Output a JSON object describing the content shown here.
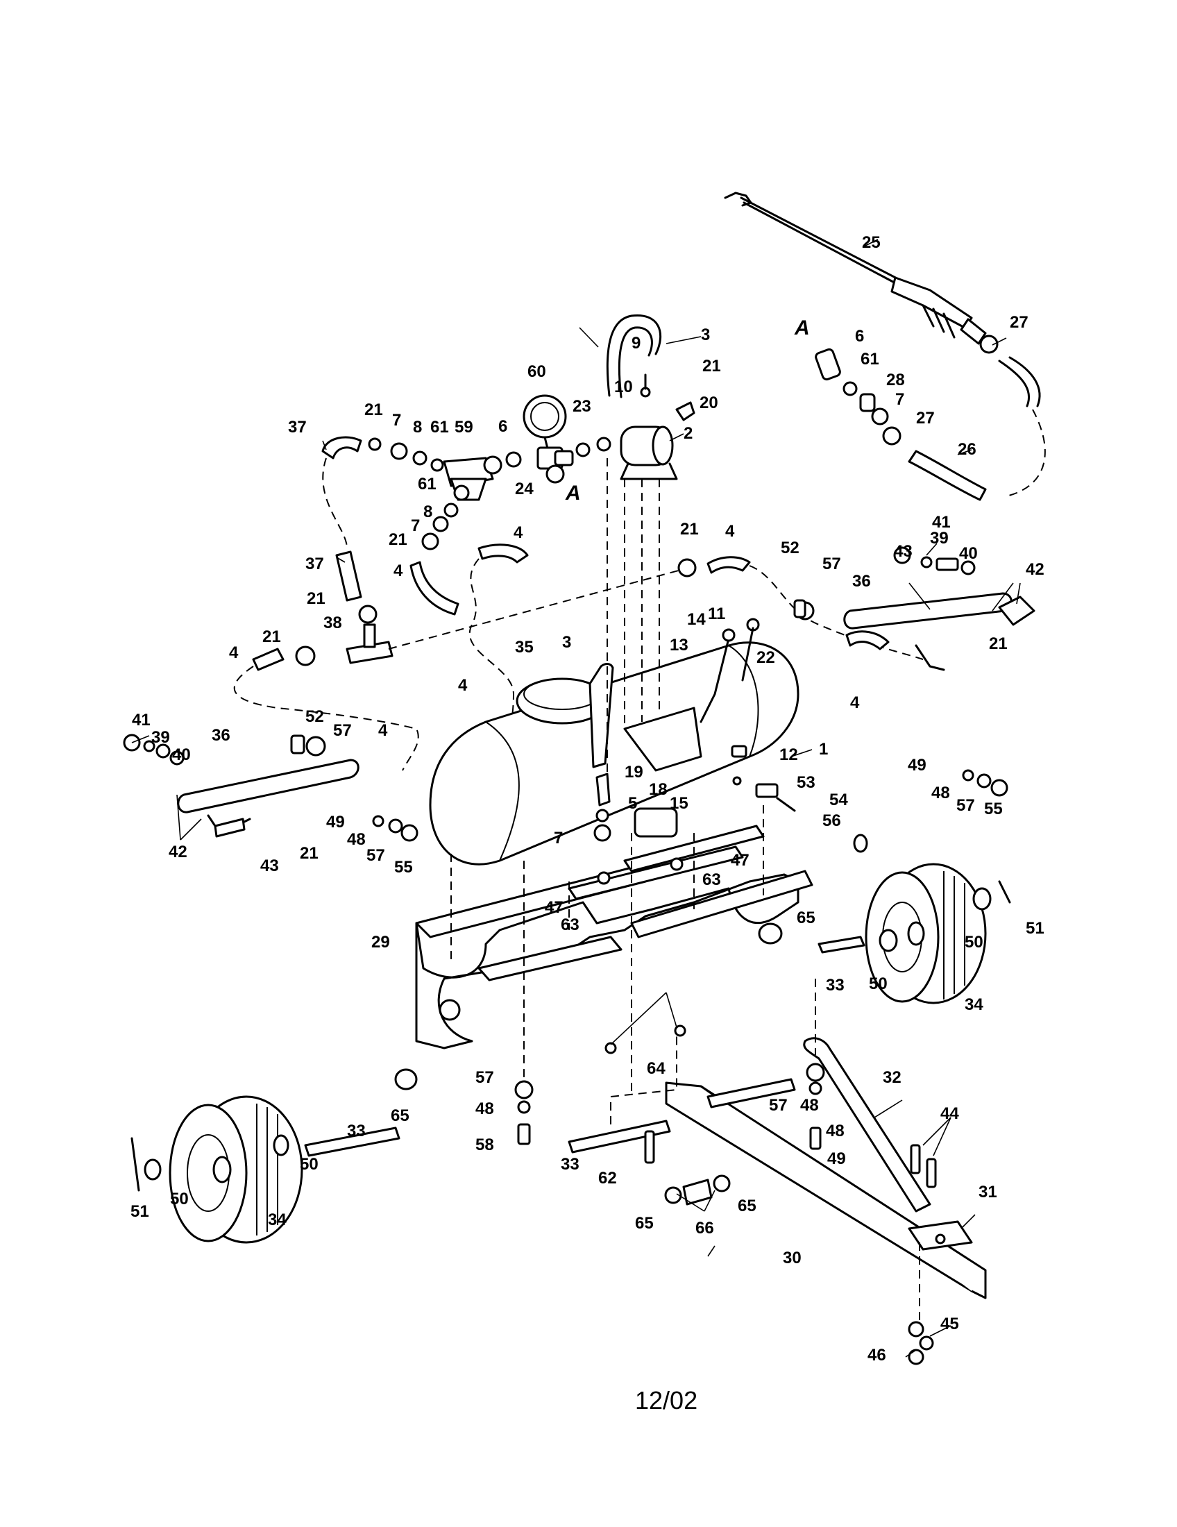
{
  "diagram": {
    "footer_date": "12/02",
    "reference_marks": [
      "A",
      "A"
    ],
    "callouts": {
      "c1": "1",
      "c2": "2",
      "c3a": "3",
      "c3b": "3",
      "c4a": "4",
      "c4b": "4",
      "c4c": "4",
      "c4d": "4",
      "c4e": "4",
      "c4f": "4",
      "c5": "5",
      "c6a": "6",
      "c6b": "6",
      "c7a": "7",
      "c7b": "7",
      "c7c": "7",
      "c7d": "7",
      "c8a": "8",
      "c8b": "8",
      "c9": "9",
      "c10": "10",
      "c11": "11",
      "c12": "12",
      "c13": "13",
      "c14": "14",
      "c15": "15",
      "c18": "18",
      "c19": "19",
      "c20": "20",
      "c21a": "21",
      "c21b": "21",
      "c21c": "21",
      "c21d": "21",
      "c21e": "21",
      "c21f": "21",
      "c21g": "21",
      "c21h": "21",
      "c22": "22",
      "c23": "23",
      "c24": "24",
      "c25": "25",
      "c26": "26",
      "c27a": "27",
      "c27b": "27",
      "c28": "28",
      "c29": "29",
      "c30": "30",
      "c31": "31",
      "c32": "32",
      "c33a": "33",
      "c33b": "33",
      "c33c": "33",
      "c34a": "34",
      "c34b": "34",
      "c35": "35",
      "c36a": "36",
      "c36b": "36",
      "c37a": "37",
      "c37b": "37",
      "c38": "38",
      "c39a": "39",
      "c39b": "39",
      "c40a": "40",
      "c40b": "40",
      "c41a": "41",
      "c41b": "41",
      "c42a": "42",
      "c42b": "42",
      "c43a": "43",
      "c43b": "43",
      "c44": "44",
      "c45": "45",
      "c46": "46",
      "c47a": "47",
      "c47b": "47",
      "c48a": "48",
      "c48b": "48",
      "c48c": "48",
      "c48d": "48",
      "c49a": "49",
      "c49b": "49",
      "c49c": "49",
      "c50a": "50",
      "c50b": "50",
      "c50c": "50",
      "c50d": "50",
      "c51a": "51",
      "c51b": "51",
      "c52a": "52",
      "c52b": "52",
      "c53": "53",
      "c54": "54",
      "c55a": "55",
      "c55b": "55",
      "c56": "56",
      "c57a": "57",
      "c57b": "57",
      "c57c": "57",
      "c57d": "57",
      "c57e": "57",
      "c58": "58",
      "c59": "59",
      "c60": "60",
      "c61a": "61",
      "c61b": "61",
      "c61c": "61",
      "c62": "62",
      "c63a": "63",
      "c63b": "63",
      "c64": "64",
      "c65a": "65",
      "c65b": "65",
      "c65c": "65",
      "c65d": "65",
      "c66": "66"
    }
  }
}
